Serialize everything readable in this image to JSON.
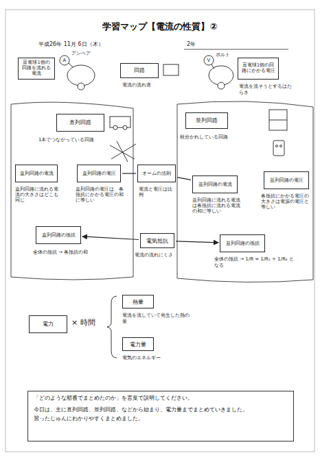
{
  "diagram": {
    "title": "学習マップ【電流の性質】②",
    "nodes": [
      {
        "text": [
          "豆電球1個の回路を流れる電流"
        ]
      },
      {
        "text": [
          "回路"
        ]
      },
      {
        "text": [
          "豆電球1個の回路にかかる電圧"
        ]
      },
      {
        "text": [
          "直列回路"
        ]
      },
      {
        "text": [
          "並列回路"
        ]
      },
      {
        "text": [
          "直列回路の電流"
        ]
      },
      {
        "text": [
          "直列回路の電圧"
        ]
      },
      {
        "text": [
          "オームの法則"
        ]
      },
      {
        "text": [
          "並列回路の電流"
        ]
      },
      {
        "text": [
          "並列回路の電圧"
        ]
      },
      {
        "text": [
          "直列回路の抵抗"
        ]
      },
      {
        "text": [
          "電気抵抗"
        ]
      },
      {
        "text": [
          "並列回路の抵抗"
        ]
      },
      {
        "text": [
          "電力"
        ]
      },
      {
        "text": [
          "熱量"
        ]
      },
      {
        "text": [
          "電力量"
        ]
      },
      {
        "text": [
          "「どのような順番でまとめたのか」を言葉で説明してください。",
          "今日は、主に直列回路、並列回路、などから始まり、電力量までまとめていきました。",
          "習ったじゅんにわかりやすくまとめました。"
        ]
      }
    ],
    "edges": [
      {
        "from": 11,
        "to": 10,
        "arrow": "to"
      },
      {
        "from": 11,
        "to": 12,
        "arrow": "to"
      },
      {
        "from": 7,
        "to": 6,
        "arrow": "none"
      },
      {
        "from": 7,
        "to": 8,
        "arrow": "none"
      }
    ],
    "labels": [
      "平成26年 11月 6日（木）",
      "2年",
      "A",
      "アンペア",
      "V",
      "ボルト",
      "電流の流れ道",
      "電流を流そうとするはたらき",
      "1本でつながっている回路",
      "枝分かれしている回路",
      "直列回路に流れる電流の大きさはどこも同じ",
      "直列回路の電圧は、各抵抗にかかる電圧の和に等しい",
      "電流と電圧は比例",
      "並列回路に流れる電流は各抵抗に流れる電流の和に等しい",
      "各抵抗にかかる電圧の大きさは電源の電圧と等しい",
      "全体の抵抗 → 各抵抗の和",
      "電流の流れにくさ",
      "全体の抵抗 → 1/R = 1/R₁ + 1/R₂ となる",
      "× 時間",
      "電流を流していて発生した熱の量",
      "電気のエネルギー"
    ]
  }
}
